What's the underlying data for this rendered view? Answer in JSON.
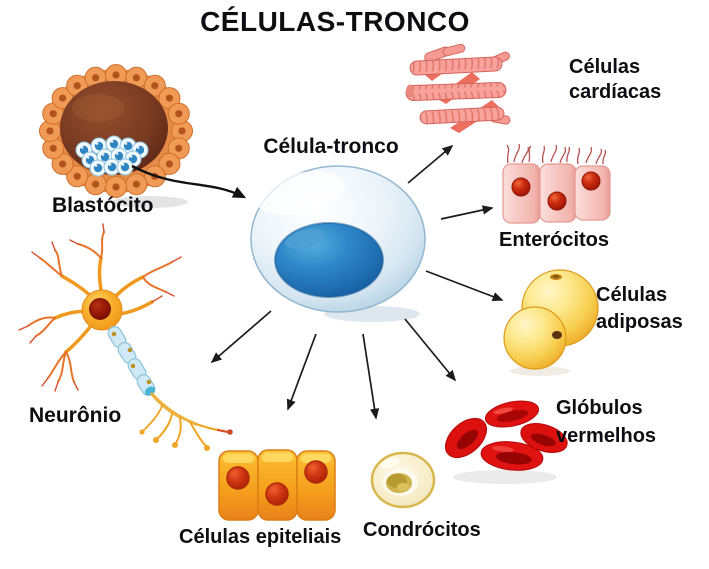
{
  "title": "CÉLULAS-TRONCO",
  "stem_cell": {
    "label": "Célula-tronco"
  },
  "blastocyst": {
    "label": "Blastócito"
  },
  "derived_cells": [
    {
      "id": "cardiac",
      "label": "Células cardíacas"
    },
    {
      "id": "enterocytes",
      "label": "Enterócitos"
    },
    {
      "id": "adipose",
      "label": "Células adiposas"
    },
    {
      "id": "red-blood-cells",
      "label": "Glóbulos vermelhos"
    },
    {
      "id": "chondrocytes",
      "label": "Condrócitos"
    },
    {
      "id": "epithelial",
      "label": "Células epiteliais"
    },
    {
      "id": "neuron",
      "label": "Neurônio"
    }
  ],
  "colors": {
    "background": "#ffffff",
    "label_text": "#0d0d12",
    "arrow": "#1c1c1c",
    "stem_cell_body": "#d9e8f2",
    "stem_cell_nucleus": "#1a66b0",
    "blastocyst_ring": "#ef9a55",
    "blastocyst_interior": "#6b3420",
    "inner_cell_mass_blue": "#2f85c1",
    "cardiac_pink": "#f69c94",
    "enterocyte_pink": "#f6c6c2",
    "nucleus_red": "#c22a10",
    "adipose_yellow": "#f8cf52",
    "rbc_red": "#dd1010",
    "chondrocyte_cream": "#f6ecc6",
    "epithelial_orange": "#f49d1c",
    "neuron_orange": "#f7b02c",
    "myelin_blue": "#cfeaf6"
  }
}
